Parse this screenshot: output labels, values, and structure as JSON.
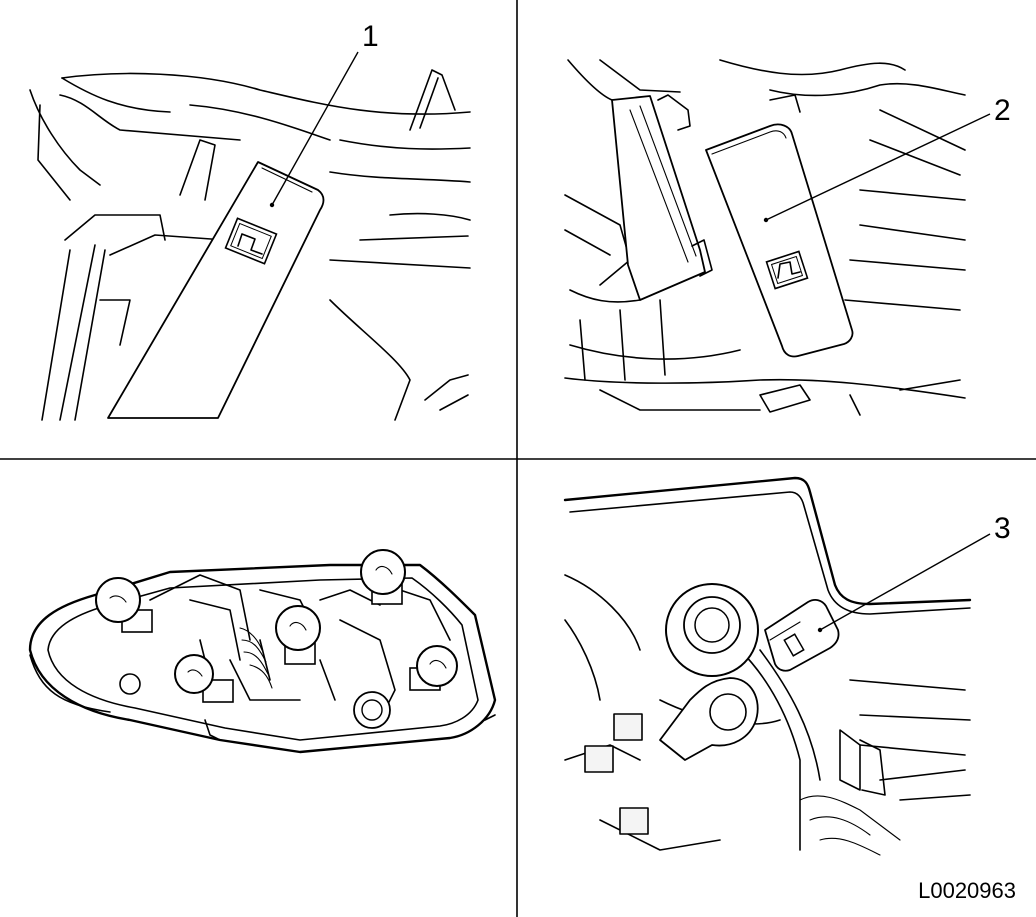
{
  "callouts": {
    "c1": "1",
    "c2": "2",
    "c3": "3"
  },
  "figure_id": "L0020963",
  "colors": {
    "line": "#000000",
    "background": "#ffffff"
  }
}
